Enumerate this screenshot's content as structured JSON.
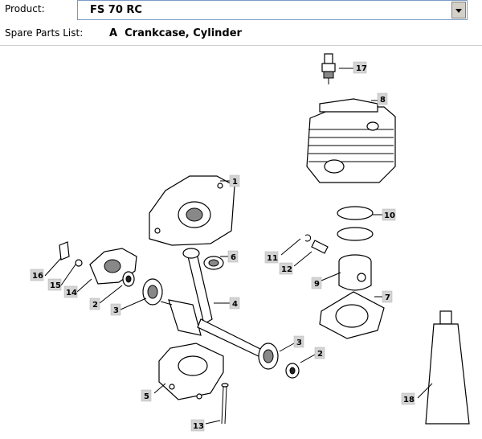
{
  "header": {
    "product_label": "Product:",
    "product_value": "FS 70 RC",
    "parts_list_label": "Spare Parts List:",
    "parts_list_letter": "A",
    "parts_list_name": "Crankcase, Cylinder"
  },
  "diagram": {
    "callouts": [
      "1",
      "2",
      "3",
      "4",
      "5",
      "6",
      "7",
      "8",
      "9",
      "10",
      "11",
      "12",
      "13",
      "14",
      "15",
      "16",
      "17",
      "18",
      "3",
      "2"
    ]
  },
  "icons": {
    "dropdown": "chevron-down-icon"
  }
}
